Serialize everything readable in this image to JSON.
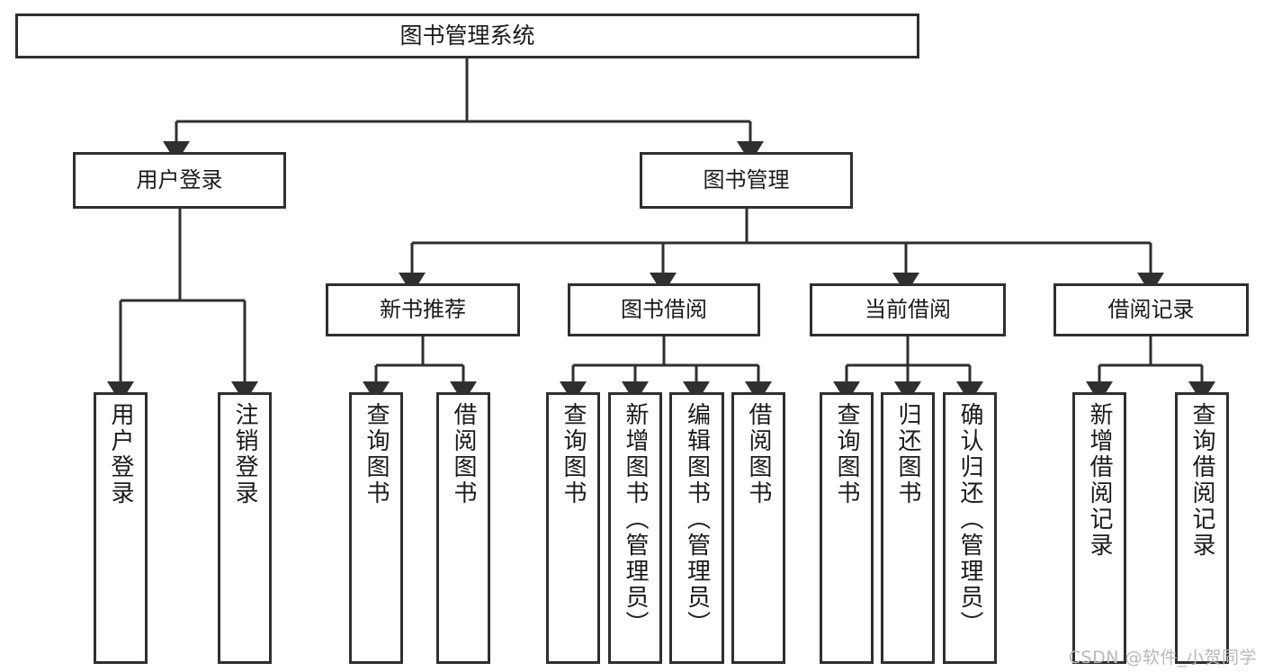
{
  "diagram": {
    "title": "图书管理系统",
    "type": "tree-hierarchy-chart",
    "edge_color": "#2f2f2f",
    "box_border_color": "#2f2f2f",
    "box_fill_color": "#ffffff",
    "text_color": "#1a1a1a"
  },
  "watermark": {
    "text": "CSDN @软件_小贺同学",
    "color": "#b9b9b9"
  },
  "nodes": {
    "root": {
      "label": "图书管理系统"
    },
    "level1": [
      {
        "label": "用户登录"
      },
      {
        "label": "图书管理"
      }
    ],
    "level2": [
      {
        "label": "新书推荐"
      },
      {
        "label": "图书借阅"
      },
      {
        "label": "当前借阅"
      },
      {
        "label": "借阅记录"
      }
    ],
    "leaves": {
      "user_login": [
        {
          "label": "用户登录"
        },
        {
          "label": "注销登录"
        }
      ],
      "new_book_recommend": [
        {
          "label": "查询图书"
        },
        {
          "label": "借阅图书"
        }
      ],
      "book_borrow": [
        {
          "label": "查询图书"
        },
        {
          "label": "新增图书（管理员）"
        },
        {
          "label": "编辑图书（管理员）"
        },
        {
          "label": "借阅图书"
        }
      ],
      "current_borrow": [
        {
          "label": "查询图书"
        },
        {
          "label": "归还图书"
        },
        {
          "label": "确认归还（管理员）"
        }
      ],
      "borrow_record": [
        {
          "label": "新增借阅记录"
        },
        {
          "label": "查询借阅记录"
        }
      ]
    }
  }
}
